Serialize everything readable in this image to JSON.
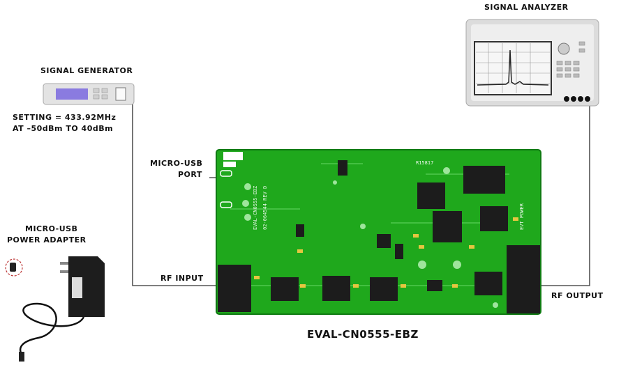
{
  "labels": {
    "signal_analyzer": "SIGNAL ANALYZER",
    "signal_generator": "SIGNAL GENERATOR",
    "setting_line1": "SETTING = 433.92MHz",
    "setting_line2": "AT –50dBm TO 40dBm",
    "micro_usb_port_line1": "MICRO-USB",
    "micro_usb_port_line2": "PORT",
    "power_adapter_line1": "MICRO-USB",
    "power_adapter_line2": "POWER ADAPTER",
    "rf_input": "RF INPUT",
    "rf_output": "RF OUTPUT",
    "board_name": "EVAL-CN0555-EBZ"
  },
  "colors": {
    "board_green": "#1fa81c",
    "board_dark": "#0f7a12",
    "chip": "#1c1c1c",
    "instrument_body": "#e9e9e9",
    "generator_display": "#8a7be0",
    "analyzer_screen": "#f3f3f3"
  }
}
